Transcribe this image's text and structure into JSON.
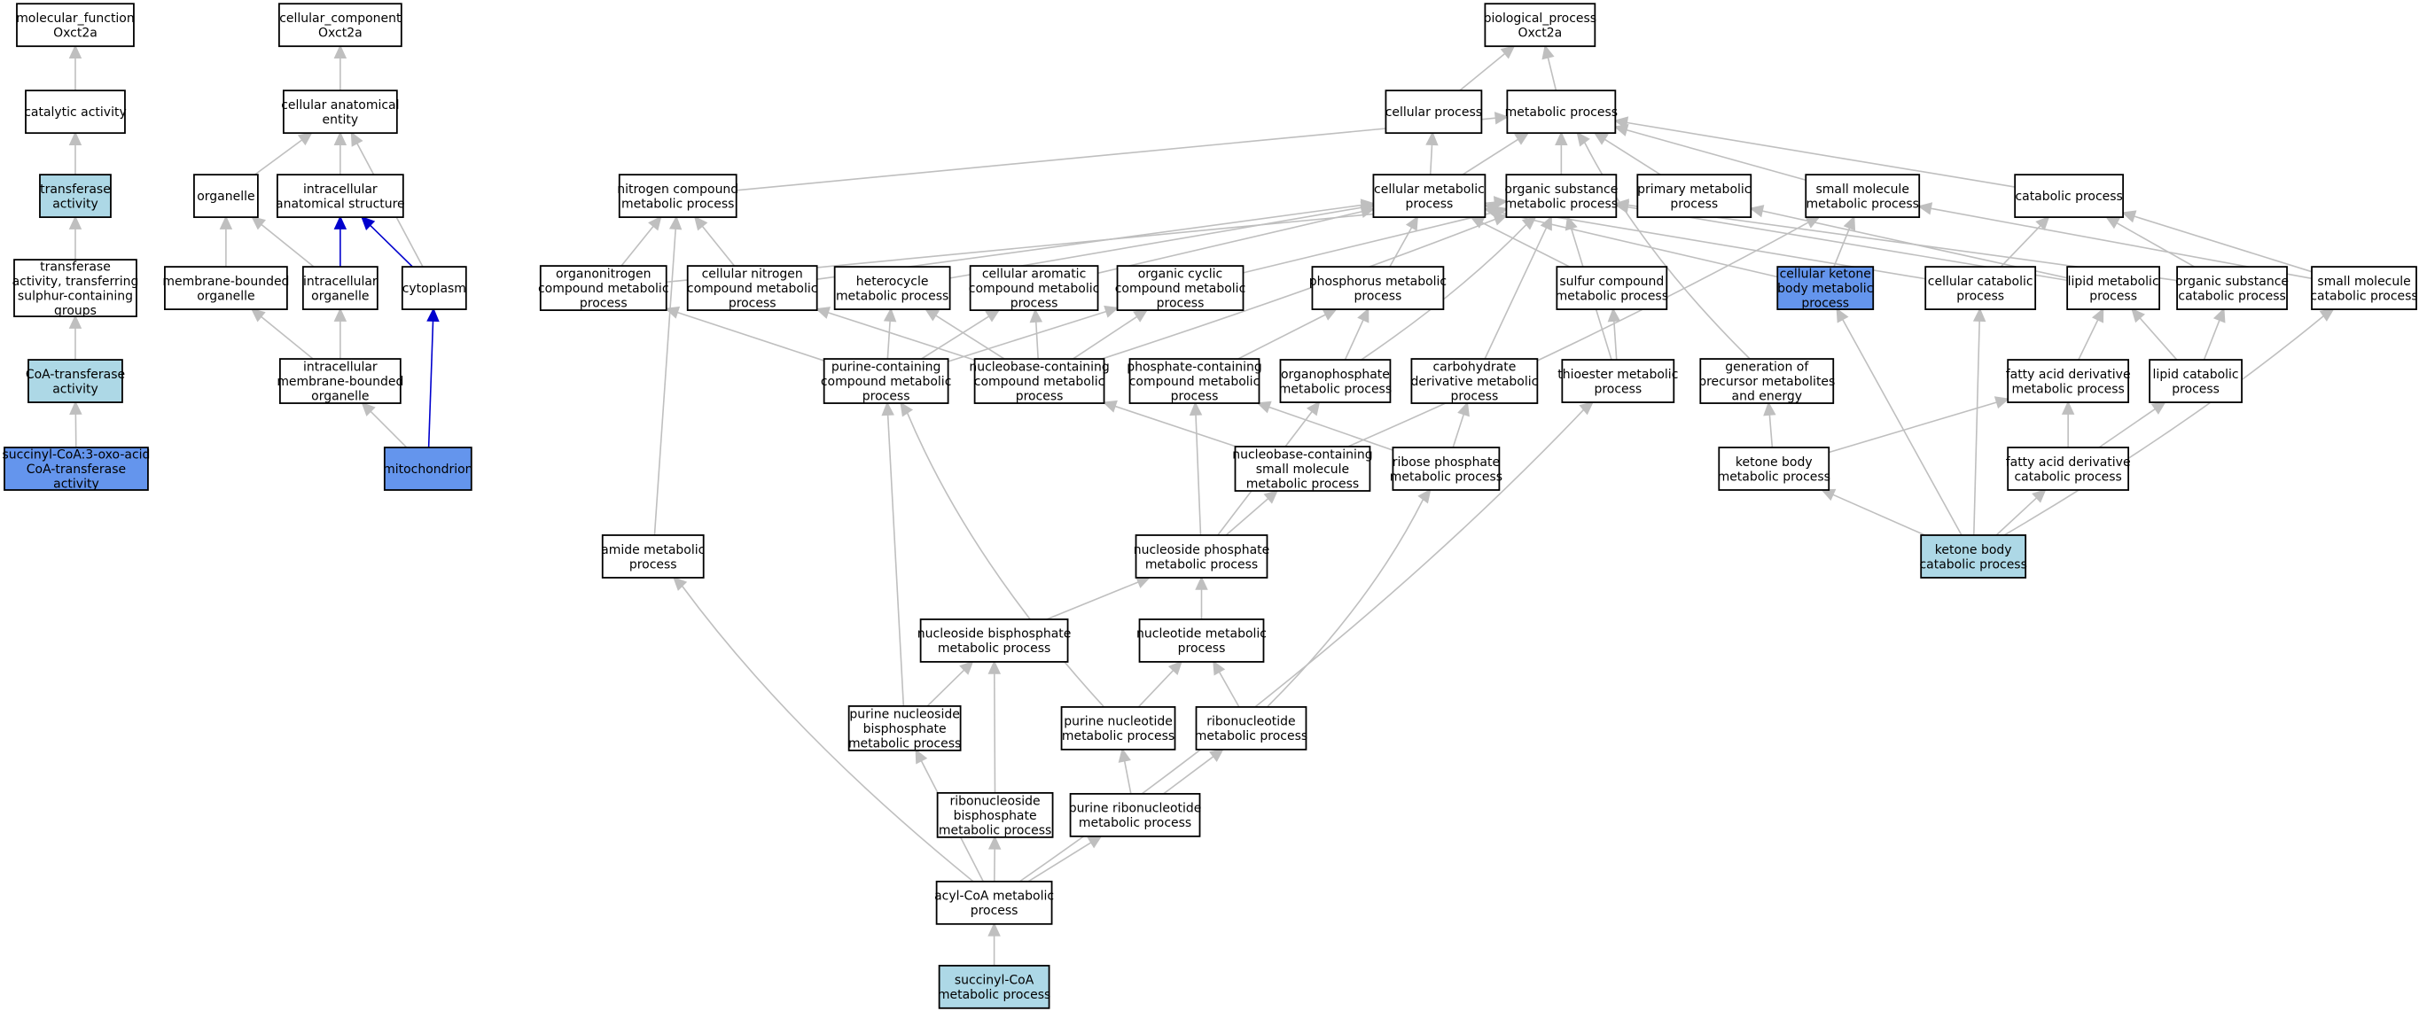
{
  "colors": {
    "default_fill": "#ffffff",
    "light_fill": "#add8e6",
    "dark_fill": "#6495ed",
    "gray_edge": "#bfbfbf",
    "blue_edge": "#0000cd"
  },
  "nodes": [
    {
      "id": "mf_root",
      "lines": [
        "molecular_function",
        "Oxct2a"
      ],
      "fill": "white"
    },
    {
      "id": "catalytic",
      "lines": [
        "catalytic activity"
      ],
      "fill": "white"
    },
    {
      "id": "transferase",
      "lines": [
        "transferase",
        "activity"
      ],
      "fill": "light"
    },
    {
      "id": "transferase_sulphur",
      "lines": [
        "transferase",
        "activity, transferring",
        "sulphur-containing",
        "groups"
      ],
      "fill": "white"
    },
    {
      "id": "coa_transferase",
      "lines": [
        "CoA-transferase",
        "activity"
      ],
      "fill": "light"
    },
    {
      "id": "succinyl_coa_transferase",
      "lines": [
        "succinyl-CoA:3-oxo-acid",
        "CoA-transferase",
        "activity"
      ],
      "fill": "dark"
    },
    {
      "id": "cc_root",
      "lines": [
        "cellular_component",
        "Oxct2a"
      ],
      "fill": "white"
    },
    {
      "id": "cell_anat_entity",
      "lines": [
        "cellular anatomical",
        "entity"
      ],
      "fill": "white"
    },
    {
      "id": "organelle",
      "lines": [
        "organelle"
      ],
      "fill": "white"
    },
    {
      "id": "intracell_anat",
      "lines": [
        "intracellular",
        "anatomical structure"
      ],
      "fill": "white"
    },
    {
      "id": "membrane_organelle",
      "lines": [
        "membrane-bounded",
        "organelle"
      ],
      "fill": "white"
    },
    {
      "id": "intracell_organelle",
      "lines": [
        "intracellular",
        "organelle"
      ],
      "fill": "white"
    },
    {
      "id": "cytoplasm",
      "lines": [
        "cytoplasm"
      ],
      "fill": "white"
    },
    {
      "id": "intracell_membrane_organelle",
      "lines": [
        "intracellular",
        "membrane-bounded",
        "organelle"
      ],
      "fill": "white"
    },
    {
      "id": "mitochondrion",
      "lines": [
        "mitochondrion"
      ],
      "fill": "dark"
    },
    {
      "id": "bp_root",
      "lines": [
        "biological_process",
        "Oxct2a"
      ],
      "fill": "white"
    },
    {
      "id": "cellular_process",
      "lines": [
        "cellular process"
      ],
      "fill": "white"
    },
    {
      "id": "metabolic_process",
      "lines": [
        "metabolic process"
      ],
      "fill": "white"
    },
    {
      "id": "nitrogen_compound",
      "lines": [
        "nitrogen compound",
        "metabolic process"
      ],
      "fill": "white"
    },
    {
      "id": "cellular_metabolic",
      "lines": [
        "cellular metabolic",
        "process"
      ],
      "fill": "white"
    },
    {
      "id": "organic_substance",
      "lines": [
        "organic substance",
        "metabolic process"
      ],
      "fill": "white"
    },
    {
      "id": "primary_metabolic",
      "lines": [
        "primary metabolic",
        "process"
      ],
      "fill": "white"
    },
    {
      "id": "small_molecule",
      "lines": [
        "small molecule",
        "metabolic process"
      ],
      "fill": "white"
    },
    {
      "id": "catabolic_process",
      "lines": [
        "catabolic process"
      ],
      "fill": "white"
    },
    {
      "id": "organonitrogen",
      "lines": [
        "organonitrogen",
        "compound metabolic",
        "process"
      ],
      "fill": "white"
    },
    {
      "id": "cellular_nitrogen",
      "lines": [
        "cellular nitrogen",
        "compound metabolic",
        "process"
      ],
      "fill": "white"
    },
    {
      "id": "heterocycle",
      "lines": [
        "heterocycle",
        "metabolic process"
      ],
      "fill": "white"
    },
    {
      "id": "cellular_aromatic",
      "lines": [
        "cellular aromatic",
        "compound metabolic",
        "process"
      ],
      "fill": "white"
    },
    {
      "id": "organic_cyclic",
      "lines": [
        "organic cyclic",
        "compound metabolic",
        "process"
      ],
      "fill": "white"
    },
    {
      "id": "phosphorus",
      "lines": [
        "phosphorus metabolic",
        "process"
      ],
      "fill": "white"
    },
    {
      "id": "sulfur_compound",
      "lines": [
        "sulfur compound",
        "metabolic process"
      ],
      "fill": "white"
    },
    {
      "id": "cellular_ketone",
      "lines": [
        "cellular ketone",
        "body metabolic",
        "process"
      ],
      "fill": "dark"
    },
    {
      "id": "cellular_catabolic",
      "lines": [
        "cellular catabolic",
        "process"
      ],
      "fill": "white"
    },
    {
      "id": "lipid_metabolic",
      "lines": [
        "lipid metabolic",
        "process"
      ],
      "fill": "white"
    },
    {
      "id": "organic_substance_catabolic",
      "lines": [
        "organic substance",
        "catabolic process"
      ],
      "fill": "white"
    },
    {
      "id": "small_molecule_catabolic",
      "lines": [
        "small molecule",
        "catabolic process"
      ],
      "fill": "white"
    },
    {
      "id": "purine_containing",
      "lines": [
        "purine-containing",
        "compound metabolic",
        "process"
      ],
      "fill": "white"
    },
    {
      "id": "nucleobase_containing",
      "lines": [
        "nucleobase-containing",
        "compound metabolic",
        "process"
      ],
      "fill": "white"
    },
    {
      "id": "phosphate_containing",
      "lines": [
        "phosphate-containing",
        "compound metabolic",
        "process"
      ],
      "fill": "white"
    },
    {
      "id": "organophosphate",
      "lines": [
        "organophosphate",
        "metabolic process"
      ],
      "fill": "white"
    },
    {
      "id": "carbohydrate_derivative",
      "lines": [
        "carbohydrate",
        "derivative metabolic",
        "process"
      ],
      "fill": "white"
    },
    {
      "id": "thioester",
      "lines": [
        "thioester metabolic",
        "process"
      ],
      "fill": "white"
    },
    {
      "id": "generation_precursor",
      "lines": [
        "generation of",
        "precursor metabolites",
        "and energy"
      ],
      "fill": "white"
    },
    {
      "id": "fatty_acid_derivative",
      "lines": [
        "fatty acid derivative",
        "metabolic process"
      ],
      "fill": "white"
    },
    {
      "id": "lipid_catabolic",
      "lines": [
        "lipid catabolic",
        "process"
      ],
      "fill": "white"
    },
    {
      "id": "nucleobase_small",
      "lines": [
        "nucleobase-containing",
        "small molecule",
        "metabolic process"
      ],
      "fill": "white"
    },
    {
      "id": "ribose_phosphate",
      "lines": [
        "ribose phosphate",
        "metabolic process"
      ],
      "fill": "white"
    },
    {
      "id": "ketone_body_metabolic",
      "lines": [
        "ketone body",
        "metabolic process"
      ],
      "fill": "white"
    },
    {
      "id": "fatty_acid_derivative_catabolic",
      "lines": [
        "fatty acid derivative",
        "catabolic process"
      ],
      "fill": "white"
    },
    {
      "id": "amide_metabolic",
      "lines": [
        "amide metabolic",
        "process"
      ],
      "fill": "white"
    },
    {
      "id": "nucleoside_phosphate",
      "lines": [
        "nucleoside phosphate",
        "metabolic process"
      ],
      "fill": "white"
    },
    {
      "id": "ketone_body_catabolic",
      "lines": [
        "ketone body",
        "catabolic process"
      ],
      "fill": "light"
    },
    {
      "id": "nucleoside_bisphosphate",
      "lines": [
        "nucleoside bisphosphate",
        "metabolic process"
      ],
      "fill": "white"
    },
    {
      "id": "nucleotide_metabolic",
      "lines": [
        "nucleotide metabolic",
        "process"
      ],
      "fill": "white"
    },
    {
      "id": "purine_nucleoside_bisphosphate",
      "lines": [
        "purine nucleoside",
        "bisphosphate",
        "metabolic process"
      ],
      "fill": "white"
    },
    {
      "id": "purine_nucleotide",
      "lines": [
        "purine nucleotide",
        "metabolic process"
      ],
      "fill": "white"
    },
    {
      "id": "ribonucleotide",
      "lines": [
        "ribonucleotide",
        "metabolic process"
      ],
      "fill": "white"
    },
    {
      "id": "ribonucleoside_bisphosphate",
      "lines": [
        "ribonucleoside",
        "bisphosphate",
        "metabolic process"
      ],
      "fill": "white"
    },
    {
      "id": "purine_ribonucleotide",
      "lines": [
        "purine ribonucleotide",
        "metabolic process"
      ],
      "fill": "white"
    },
    {
      "id": "acyl_coa",
      "lines": [
        "acyl-CoA metabolic",
        "process"
      ],
      "fill": "white"
    },
    {
      "id": "succinyl_coa_metabolic",
      "lines": [
        "succinyl-CoA",
        "metabolic process"
      ],
      "fill": "light"
    }
  ],
  "edges": [
    {
      "from": "catalytic",
      "to": "mf_root",
      "color": "gray"
    },
    {
      "from": "transferase",
      "to": "catalytic",
      "color": "gray"
    },
    {
      "from": "transferase_sulphur",
      "to": "transferase",
      "color": "gray"
    },
    {
      "from": "coa_transferase",
      "to": "transferase_sulphur",
      "color": "gray"
    },
    {
      "from": "succinyl_coa_transferase",
      "to": "coa_transferase",
      "color": "gray"
    },
    {
      "from": "cell_anat_entity",
      "to": "cc_root",
      "color": "gray"
    },
    {
      "from": "organelle",
      "to": "cell_anat_entity",
      "color": "gray"
    },
    {
      "from": "intracell_anat",
      "to": "cell_anat_entity",
      "color": "gray"
    },
    {
      "from": "cytoplasm",
      "to": "cell_anat_entity",
      "color": "gray"
    },
    {
      "from": "membrane_organelle",
      "to": "organelle",
      "color": "gray"
    },
    {
      "from": "intracell_organelle",
      "to": "organelle",
      "color": "gray"
    },
    {
      "from": "intracell_organelle",
      "to": "intracell_anat",
      "color": "blue"
    },
    {
      "from": "cytoplasm",
      "to": "intracell_anat",
      "color": "blue"
    },
    {
      "from": "intracell_membrane_organelle",
      "to": "membrane_organelle",
      "color": "gray"
    },
    {
      "from": "intracell_membrane_organelle",
      "to": "intracell_organelle",
      "color": "gray"
    },
    {
      "from": "mitochondrion",
      "to": "intracell_membrane_organelle",
      "color": "gray"
    },
    {
      "from": "mitochondrion",
      "to": "cytoplasm",
      "color": "blue"
    },
    {
      "from": "cellular_process",
      "to": "bp_root",
      "color": "gray"
    },
    {
      "from": "metabolic_process",
      "to": "bp_root",
      "color": "gray"
    },
    {
      "from": "nitrogen_compound",
      "to": "metabolic_process",
      "color": "gray"
    },
    {
      "from": "cellular_metabolic",
      "to": "cellular_process",
      "color": "gray"
    },
    {
      "from": "cellular_metabolic",
      "to": "metabolic_process",
      "color": "gray"
    },
    {
      "from": "organic_substance",
      "to": "metabolic_process",
      "color": "gray"
    },
    {
      "from": "primary_metabolic",
      "to": "metabolic_process",
      "color": "gray"
    },
    {
      "from": "small_molecule",
      "to": "metabolic_process",
      "color": "gray"
    },
    {
      "from": "catabolic_process",
      "to": "metabolic_process",
      "color": "gray"
    },
    {
      "from": "organonitrogen",
      "to": "nitrogen_compound",
      "color": "gray"
    },
    {
      "from": "organonitrogen",
      "to": "organic_substance",
      "color": "gray"
    },
    {
      "from": "cellular_nitrogen",
      "to": "nitrogen_compound",
      "color": "gray"
    },
    {
      "from": "cellular_nitrogen",
      "to": "cellular_metabolic",
      "color": "gray"
    },
    {
      "from": "heterocycle",
      "to": "cellular_metabolic",
      "color": "gray"
    },
    {
      "from": "cellular_aromatic",
      "to": "cellular_metabolic",
      "color": "gray"
    },
    {
      "from": "organic_cyclic",
      "to": "organic_substance",
      "color": "gray"
    },
    {
      "from": "phosphorus",
      "to": "cellular_metabolic",
      "color": "gray"
    },
    {
      "from": "sulfur_compound",
      "to": "cellular_metabolic",
      "color": "gray"
    },
    {
      "from": "cellular_ketone",
      "to": "cellular_metabolic",
      "color": "gray"
    },
    {
      "from": "cellular_ketone",
      "to": "small_molecule",
      "color": "gray"
    },
    {
      "from": "cellular_catabolic",
      "to": "cellular_metabolic",
      "color": "gray"
    },
    {
      "from": "cellular_catabolic",
      "to": "catabolic_process",
      "color": "gray"
    },
    {
      "from": "lipid_metabolic",
      "to": "organic_substance",
      "color": "gray"
    },
    {
      "from": "lipid_metabolic",
      "to": "primary_metabolic",
      "color": "gray"
    },
    {
      "from": "organic_substance_catabolic",
      "to": "organic_substance",
      "color": "gray"
    },
    {
      "from": "organic_substance_catabolic",
      "to": "catabolic_process",
      "color": "gray"
    },
    {
      "from": "small_molecule_catabolic",
      "to": "small_molecule",
      "color": "gray"
    },
    {
      "from": "small_molecule_catabolic",
      "to": "catabolic_process",
      "color": "gray"
    },
    {
      "from": "purine_containing",
      "to": "organonitrogen",
      "color": "gray"
    },
    {
      "from": "purine_containing",
      "to": "heterocycle",
      "color": "gray"
    },
    {
      "from": "purine_containing",
      "to": "cellular_aromatic",
      "color": "gray"
    },
    {
      "from": "purine_containing",
      "to": "organic_cyclic",
      "color": "gray"
    },
    {
      "from": "nucleobase_containing",
      "to": "cellular_nitrogen",
      "color": "gray"
    },
    {
      "from": "nucleobase_containing",
      "to": "heterocycle",
      "color": "gray"
    },
    {
      "from": "nucleobase_containing",
      "to": "cellular_aromatic",
      "color": "gray"
    },
    {
      "from": "nucleobase_containing",
      "to": "organic_cyclic",
      "color": "gray"
    },
    {
      "from": "nucleobase_containing",
      "to": "organic_substance",
      "color": "gray"
    },
    {
      "from": "phosphate_containing",
      "to": "phosphorus",
      "color": "gray"
    },
    {
      "from": "organophosphate",
      "to": "phosphorus",
      "color": "gray"
    },
    {
      "from": "organophosphate",
      "to": "organic_substance",
      "color": "gray"
    },
    {
      "from": "carbohydrate_derivative",
      "to": "organic_substance",
      "color": "gray"
    },
    {
      "from": "thioester",
      "to": "sulfur_compound",
      "color": "gray"
    },
    {
      "from": "thioester",
      "to": "organic_substance",
      "color": "gray"
    },
    {
      "from": "generation_precursor",
      "to": "metabolic_process",
      "color": "gray"
    },
    {
      "from": "fatty_acid_derivative",
      "to": "lipid_metabolic",
      "color": "gray"
    },
    {
      "from": "lipid_catabolic",
      "to": "lipid_metabolic",
      "color": "gray"
    },
    {
      "from": "lipid_catabolic",
      "to": "organic_substance_catabolic",
      "color": "gray"
    },
    {
      "from": "nucleobase_small",
      "to": "nucleobase_containing",
      "color": "gray"
    },
    {
      "from": "nucleobase_small",
      "to": "small_molecule",
      "color": "gray"
    },
    {
      "from": "ribose_phosphate",
      "to": "phosphate_containing",
      "color": "gray"
    },
    {
      "from": "ribose_phosphate",
      "to": "carbohydrate_derivative",
      "color": "gray"
    },
    {
      "from": "ketone_body_metabolic",
      "to": "fatty_acid_derivative",
      "color": "gray"
    },
    {
      "from": "ketone_body_metabolic",
      "to": "generation_precursor",
      "color": "gray"
    },
    {
      "from": "fatty_acid_derivative_catabolic",
      "to": "fatty_acid_derivative",
      "color": "gray"
    },
    {
      "from": "fatty_acid_derivative_catabolic",
      "to": "lipid_catabolic",
      "color": "gray"
    },
    {
      "from": "amide_metabolic",
      "to": "nitrogen_compound",
      "color": "gray"
    },
    {
      "from": "nucleoside_phosphate",
      "to": "phosphate_containing",
      "color": "gray"
    },
    {
      "from": "nucleoside_phosphate",
      "to": "organophosphate",
      "color": "gray"
    },
    {
      "from": "nucleoside_phosphate",
      "to": "nucleobase_small",
      "color": "gray"
    },
    {
      "from": "ketone_body_catabolic",
      "to": "cellular_ketone",
      "color": "gray"
    },
    {
      "from": "ketone_body_catabolic",
      "to": "cellular_catabolic",
      "color": "gray"
    },
    {
      "from": "ketone_body_catabolic",
      "to": "small_molecule_catabolic",
      "color": "gray"
    },
    {
      "from": "ketone_body_catabolic",
      "to": "ketone_body_metabolic",
      "color": "gray"
    },
    {
      "from": "ketone_body_catabolic",
      "to": "fatty_acid_derivative_catabolic",
      "color": "gray"
    },
    {
      "from": "nucleoside_bisphosphate",
      "to": "nucleoside_phosphate",
      "color": "gray"
    },
    {
      "from": "nucleotide_metabolic",
      "to": "nucleoside_phosphate",
      "color": "gray"
    },
    {
      "from": "purine_nucleoside_bisphosphate",
      "to": "nucleoside_bisphosphate",
      "color": "gray"
    },
    {
      "from": "purine_nucleoside_bisphosphate",
      "to": "purine_containing",
      "color": "gray"
    },
    {
      "from": "purine_nucleotide",
      "to": "nucleotide_metabolic",
      "color": "gray"
    },
    {
      "from": "purine_nucleotide",
      "to": "purine_containing",
      "color": "gray"
    },
    {
      "from": "ribonucleotide",
      "to": "nucleotide_metabolic",
      "color": "gray"
    },
    {
      "from": "ribonucleotide",
      "to": "ribose_phosphate",
      "color": "gray"
    },
    {
      "from": "ribonucleoside_bisphosphate",
      "to": "nucleoside_bisphosphate",
      "color": "gray"
    },
    {
      "from": "purine_ribonucleotide",
      "to": "purine_nucleotide",
      "color": "gray"
    },
    {
      "from": "purine_ribonucleotide",
      "to": "ribonucleotide",
      "color": "gray"
    },
    {
      "from": "acyl_coa",
      "to": "amide_metabolic",
      "color": "gray"
    },
    {
      "from": "acyl_coa",
      "to": "purine_nucleoside_bisphosphate",
      "color": "gray"
    },
    {
      "from": "acyl_coa",
      "to": "ribonucleoside_bisphosphate",
      "color": "gray"
    },
    {
      "from": "acyl_coa",
      "to": "purine_ribonucleotide",
      "color": "gray"
    },
    {
      "from": "acyl_coa",
      "to": "thioester",
      "color": "gray"
    },
    {
      "from": "succinyl_coa_metabolic",
      "to": "acyl_coa",
      "color": "gray"
    }
  ]
}
